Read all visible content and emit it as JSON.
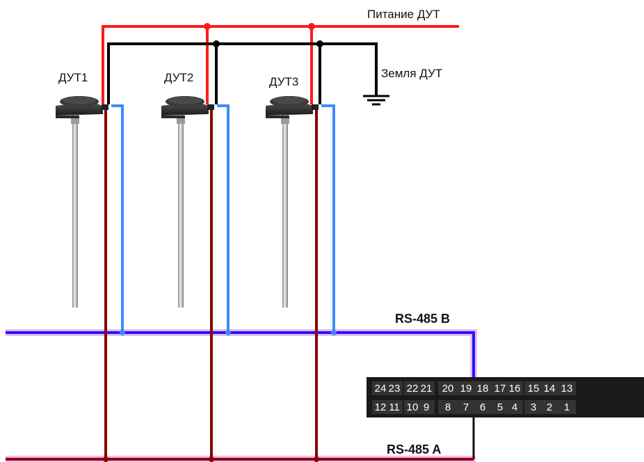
{
  "labels": {
    "power": "Питание ДУТ",
    "ground": "Земля ДУТ",
    "rs485_b": "RS-485 B",
    "rs485_a": "RS-485 A"
  },
  "sensors": [
    {
      "name": "ДУТ1"
    },
    {
      "name": "ДУТ2"
    },
    {
      "name": "ДУТ3"
    }
  ],
  "connector": {
    "top_row": [
      "24",
      "23",
      "22",
      "21",
      "20",
      "19",
      "18",
      "17",
      "16",
      "15",
      "14",
      "13"
    ],
    "bottom_row": [
      "12",
      "11",
      "10",
      "9",
      "8",
      "7",
      "6",
      "5",
      "4",
      "3",
      "2",
      "1"
    ]
  },
  "colors": {
    "power": "#ff1a1a",
    "ground": "#000000",
    "bus_b": "#1a1aff",
    "bus_a": "#8b0000",
    "signal_b": "#3a8cff",
    "bus_outline": "#f0b8f0",
    "connector_bg": "#1a1a1a"
  }
}
